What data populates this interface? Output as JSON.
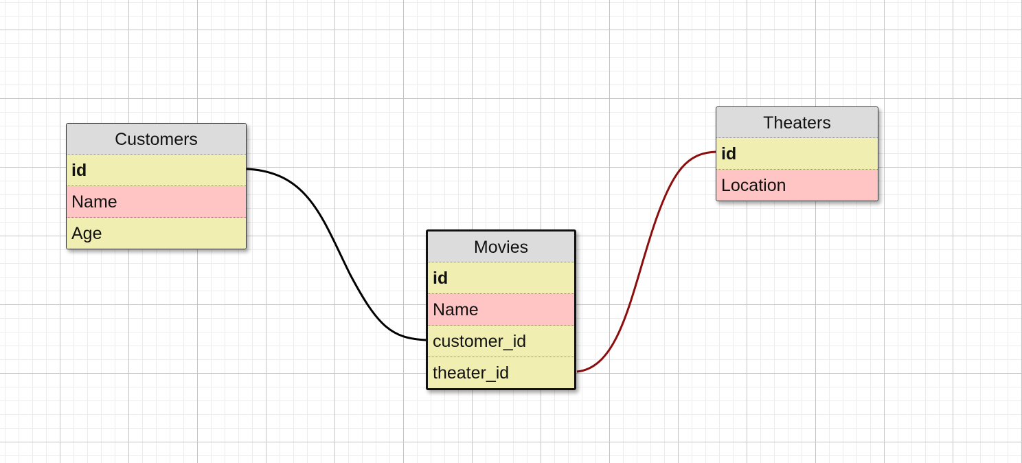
{
  "tables": {
    "customers": {
      "title": "Customers",
      "fields": [
        {
          "label": "id",
          "kind": "primary-key"
        },
        {
          "label": "Name",
          "kind": "highlighted"
        },
        {
          "label": "Age",
          "kind": "plain"
        }
      ]
    },
    "movies": {
      "title": "Movies",
      "fields": [
        {
          "label": "id",
          "kind": "primary-key"
        },
        {
          "label": "Name",
          "kind": "highlighted"
        },
        {
          "label": "customer_id",
          "kind": "plain"
        },
        {
          "label": "theater_id",
          "kind": "plain"
        }
      ]
    },
    "theaters": {
      "title": "Theaters",
      "fields": [
        {
          "label": "id",
          "kind": "primary-key"
        },
        {
          "label": "Location",
          "kind": "highlighted"
        }
      ]
    }
  },
  "relations": [
    {
      "from": "Customers.id",
      "to": "Movies.customer_id",
      "color": "#000000"
    },
    {
      "from": "Theaters.id",
      "to": "Movies.theater_id",
      "color": "#8b0d0d"
    }
  ],
  "colors": {
    "header_bg": "#dcdcdc",
    "field_bg": "#f0eeb0",
    "highlight_bg": "#ffc4c4"
  }
}
